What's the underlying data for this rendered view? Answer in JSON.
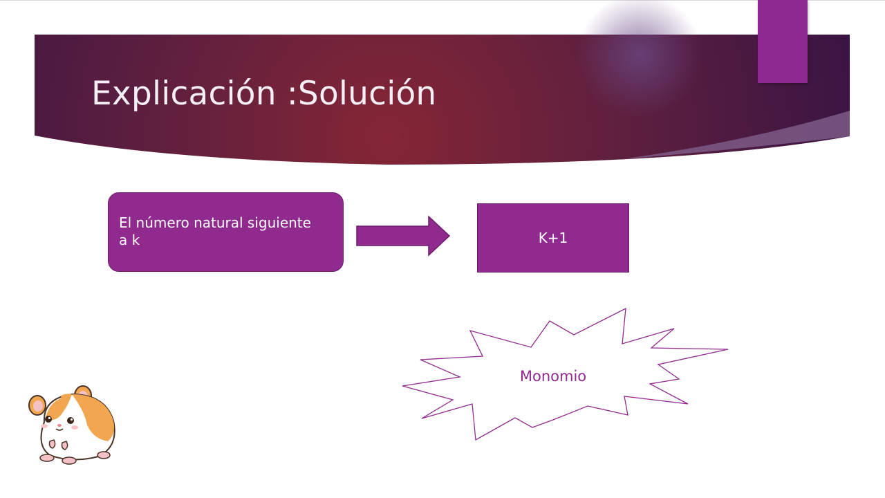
{
  "slide": {
    "title": "Explicación :Solución",
    "left_box_text": "El número natural siguiente a  k",
    "right_box_text": "K+1",
    "burst_text": "Monomio"
  },
  "colors": {
    "accent": "#912a8f",
    "banner_dark": "#3d1545",
    "banner_center": "#7e2434",
    "title_text": "#f4eef5"
  },
  "icons": {
    "arrow": "right-arrow-icon",
    "burst": "explosion-shape",
    "mascot": "hamster-icon"
  }
}
